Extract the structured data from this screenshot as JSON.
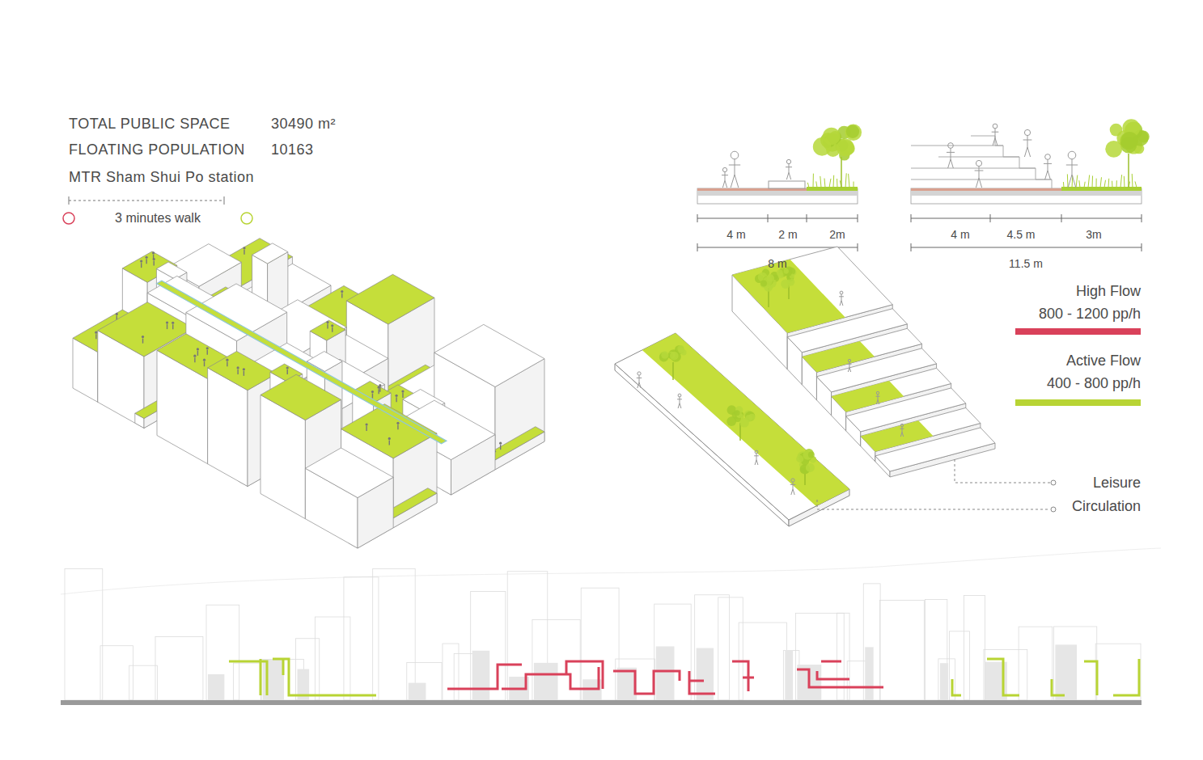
{
  "diagram": {
    "labels": [
      "TOTAL PUBLIC SPACE",
      "30490 m²",
      "FLOATING POPULATION",
      "10163",
      "MTR Sham Shui Po station",
      "3 minutes walk",
      "4 m",
      "2 m",
      "2m",
      "8 m",
      "4 m",
      "4.5 m",
      "3m",
      "11.5 m",
      "800 - 1200 pp/h",
      "400 - 800 pp/h",
      "Leisure",
      "Circulation"
    ],
    "legend": [
      {
        "text": "High Flow",
        "color": "#d9415a"
      },
      {
        "text": "Active Flow",
        "color": "#b8d434"
      }
    ]
  }
}
